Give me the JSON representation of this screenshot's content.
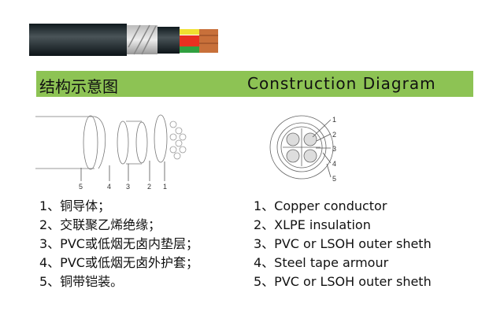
{
  "header": {
    "title_cn": "结构示意图",
    "title_en": "Construction Diagram"
  },
  "diagram_labels": [
    "1",
    "2",
    "3",
    "4",
    "5"
  ],
  "list_cn": [
    "1、铜导体；",
    "2、交联聚乙烯绝缘；",
    "3、PVC或低烟无卤内垫层；",
    "4、PVC或低烟无卤外护套；",
    "5、铜带铠装。"
  ],
  "list_en": [
    "1、Copper conductor",
    "2、XLPE  insulation",
    "3、PVC or LSOH outer sheth",
    "4、Steel tape armour",
    "5、PVC or LSOH outer sheth"
  ],
  "colors": {
    "banner": "#8dc354",
    "sheath": "#1e2a2e",
    "copper": "#c8703a"
  }
}
